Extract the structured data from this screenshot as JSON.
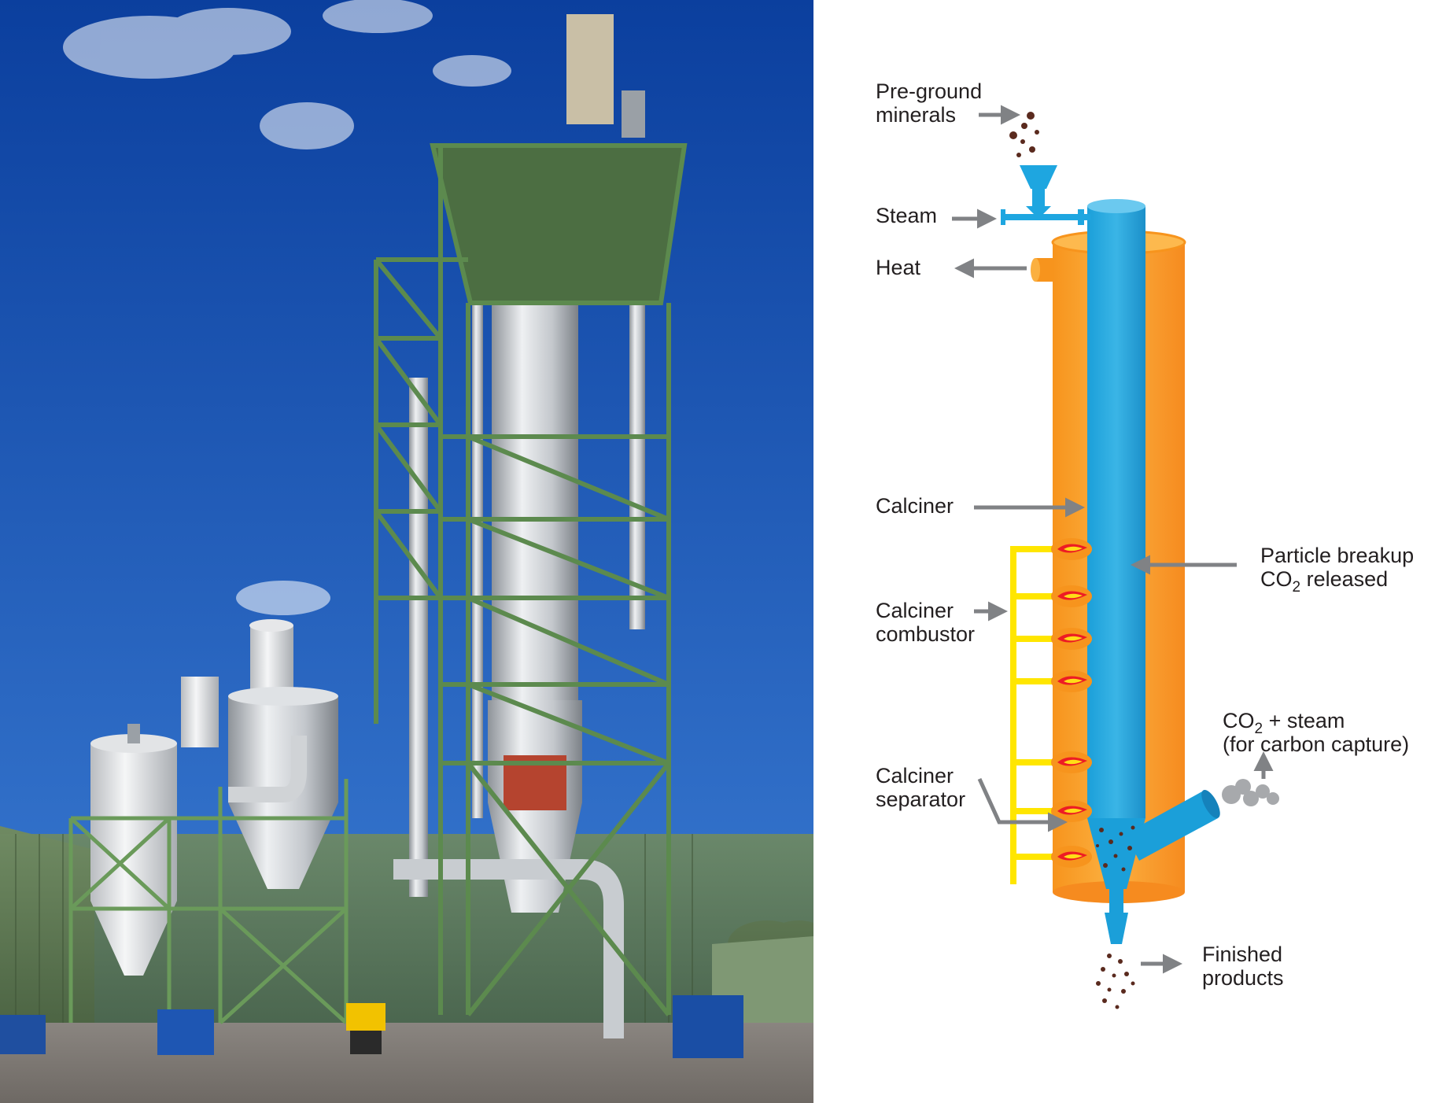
{
  "labels": {
    "pre_ground_1": "Pre-ground",
    "pre_ground_2": "minerals",
    "steam": "Steam",
    "heat": "Heat",
    "calciner": "Calciner",
    "combustor_1": "Calciner",
    "combustor_2": "combustor",
    "separator_1": "Calciner",
    "separator_2": "separator",
    "breakup_1": "Particle breakup",
    "breakup_2a": "CO",
    "breakup_2sub": "2",
    "breakup_2b": " released",
    "co2_1a": "CO",
    "co2_1sub": "2",
    "co2_1b": " + steam",
    "co2_2": "(for carbon capture)",
    "finished_1": "Finished",
    "finished_2": "products"
  },
  "colors": {
    "sky_top": "#0b3f9e",
    "sky_bottom": "#3d7fd6",
    "steel_frame": "#5c8a4e",
    "calciner_blue": "#1ea6e0",
    "combustor_orange": "#f7941d",
    "burner_yellow": "#ffe600",
    "arrow_gray": "#808285",
    "particle_brown": "#5a2a1e"
  }
}
